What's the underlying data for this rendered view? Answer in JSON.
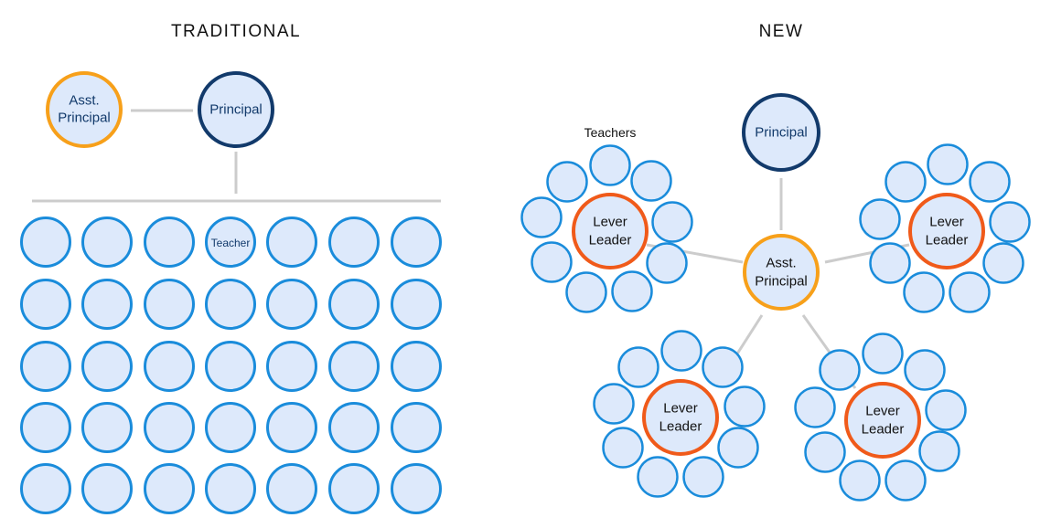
{
  "colors": {
    "fill": "#dde9fb",
    "teacher_stroke": "#1a8cdb",
    "principal_stroke": "#123a6b",
    "asst_principal_stroke": "#f7a01a",
    "lever_leader_stroke": "#f05a1a",
    "connector": "#cccccc",
    "navy_text": "#123a6b",
    "dark_text": "#111111"
  },
  "traditional": {
    "heading": "TRADITIONAL",
    "asst_principal": {
      "label_lines": [
        "Asst.",
        "Principal"
      ]
    },
    "principal": {
      "label_lines": [
        "Principal"
      ]
    },
    "teacher_grid": {
      "rows": 5,
      "cols": 7,
      "labeled_teacher": {
        "row": 0,
        "col": 3,
        "label": "Teacher"
      }
    }
  },
  "new": {
    "heading": "NEW",
    "teachers_caption": "Teachers",
    "principal": {
      "label_lines": [
        "Principal"
      ]
    },
    "asst_principal": {
      "label_lines": [
        "Asst.",
        "Principal"
      ]
    },
    "lever_leaders": [
      {
        "position": "top-left",
        "label_lines": [
          "Lever",
          "Leader"
        ],
        "teacher_count": 9
      },
      {
        "position": "top-right",
        "label_lines": [
          "Lever",
          "Leader"
        ],
        "teacher_count": 9
      },
      {
        "position": "bottom-left",
        "label_lines": [
          "Lever",
          "Leader"
        ],
        "teacher_count": 9
      },
      {
        "position": "bottom-right",
        "label_lines": [
          "Lever",
          "Leader"
        ],
        "teacher_count": 9
      }
    ]
  }
}
